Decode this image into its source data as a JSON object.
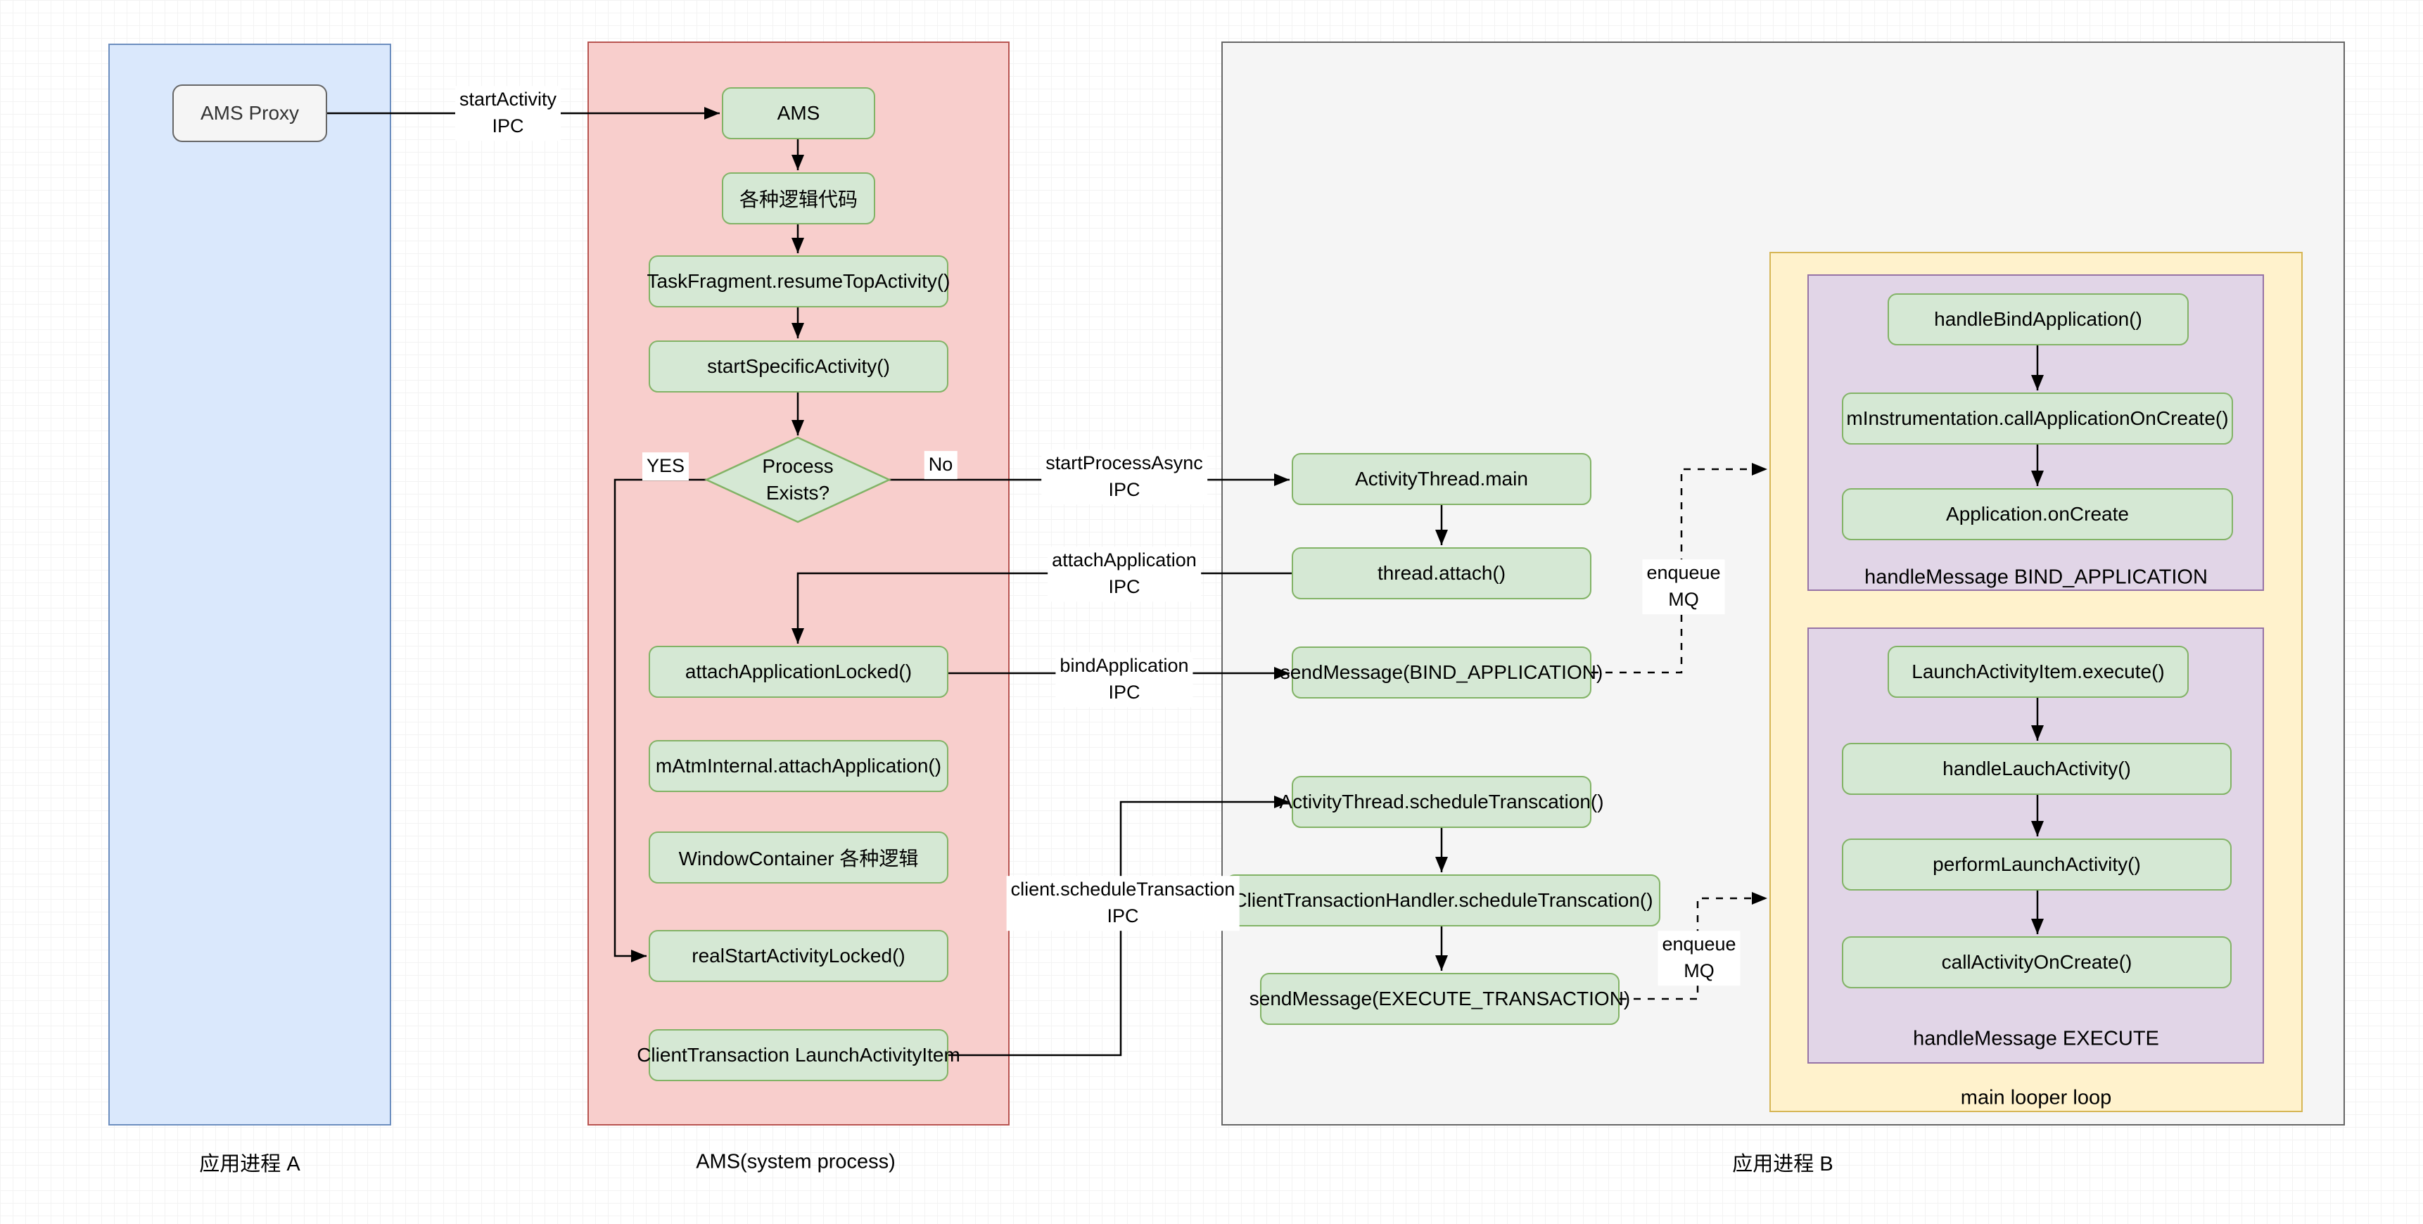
{
  "palette": {
    "process_a_fill": "#dae8fc",
    "process_a_stroke": "#6c8ebf",
    "ams_fill": "#f8cecc",
    "ams_stroke": "#b85450",
    "process_b_fill": "#f5f5f5",
    "process_b_stroke": "#666666",
    "looper_fill": "#fff2cc",
    "looper_stroke": "#d6b656",
    "handler_fill": "#e1d5e7",
    "handler_stroke": "#9673a6",
    "step_fill": "#d5e8d4",
    "step_stroke": "#82b366",
    "proxy_fill": "#f5f5f5",
    "proxy_stroke": "#666666",
    "edge_color": "#000000"
  },
  "containers": {
    "process_a": {
      "label": "应用进程 A"
    },
    "ams_system": {
      "label": "AMS(system process)"
    },
    "process_b": {
      "label": "应用进程 B"
    },
    "main_looper": {
      "label": "main looper loop"
    },
    "handler_bind": {
      "label": "handleMessage BIND_APPLICATION"
    },
    "handler_execute": {
      "label": "handleMessage EXECUTE"
    }
  },
  "nodes": {
    "ams_proxy": {
      "label": "AMS Proxy"
    },
    "ams": {
      "label": "AMS"
    },
    "logic_code": {
      "label": "各种逻辑代码"
    },
    "resume_top": {
      "label": "TaskFragment.resumeTopActivity()"
    },
    "start_specific": {
      "label": "startSpecificActivity()"
    },
    "process_exists": {
      "line1": "Process",
      "line2": "Exists?"
    },
    "attach_locked": {
      "label": "attachApplicationLocked()"
    },
    "atm_attach": {
      "label": "mAtmInternal.attachApplication()"
    },
    "window_logic": {
      "label": "WindowContainer 各种逻辑"
    },
    "real_start": {
      "label": "realStartActivityLocked()"
    },
    "client_transaction": {
      "label": "ClientTransaction LaunchActivityItem"
    },
    "activity_thread_main": {
      "label": "ActivityThread.main"
    },
    "thread_attach": {
      "label": "thread.attach()"
    },
    "send_bind": {
      "label": "sendMessage(BIND_APPLICATION)"
    },
    "at_schedule": {
      "label": "ActivityThread.scheduleTranscation()"
    },
    "cth_schedule": {
      "label": "ClientTransactionHandler.scheduleTranscation()"
    },
    "send_execute": {
      "label": "sendMessage(EXECUTE_TRANSACTION)"
    },
    "handle_bind": {
      "label": "handleBindApplication()"
    },
    "instr_call": {
      "label": "mInstrumentation.callApplicationOnCreate()"
    },
    "app_oncreate": {
      "label": "Application.onCreate"
    },
    "launch_execute": {
      "label": "LaunchActivityItem.execute()"
    },
    "handle_lauch": {
      "label": "handleLauchActivity()"
    },
    "perform_launch": {
      "label": "performLaunchActivity()"
    },
    "call_oncreate": {
      "label": "callActivityOnCreate()"
    }
  },
  "edge_labels": {
    "start_activity": {
      "line1": "startActivity",
      "line2": "IPC"
    },
    "start_process_async": {
      "line1": "startProcessAsync",
      "line2": "IPC"
    },
    "attach_application": {
      "line1": "attachApplication",
      "line2": "IPC"
    },
    "bind_application": {
      "line1": "bindApplication",
      "line2": "IPC"
    },
    "client_schedule": {
      "line1": "client.scheduleTransaction",
      "line2": "IPC"
    },
    "enqueue_mq_top": {
      "line1": "enqueue",
      "line2": "MQ"
    },
    "enqueue_mq_bottom": {
      "line1": "enqueue",
      "line2": "MQ"
    },
    "yes": {
      "label": "YES"
    },
    "no": {
      "label": "No"
    }
  }
}
